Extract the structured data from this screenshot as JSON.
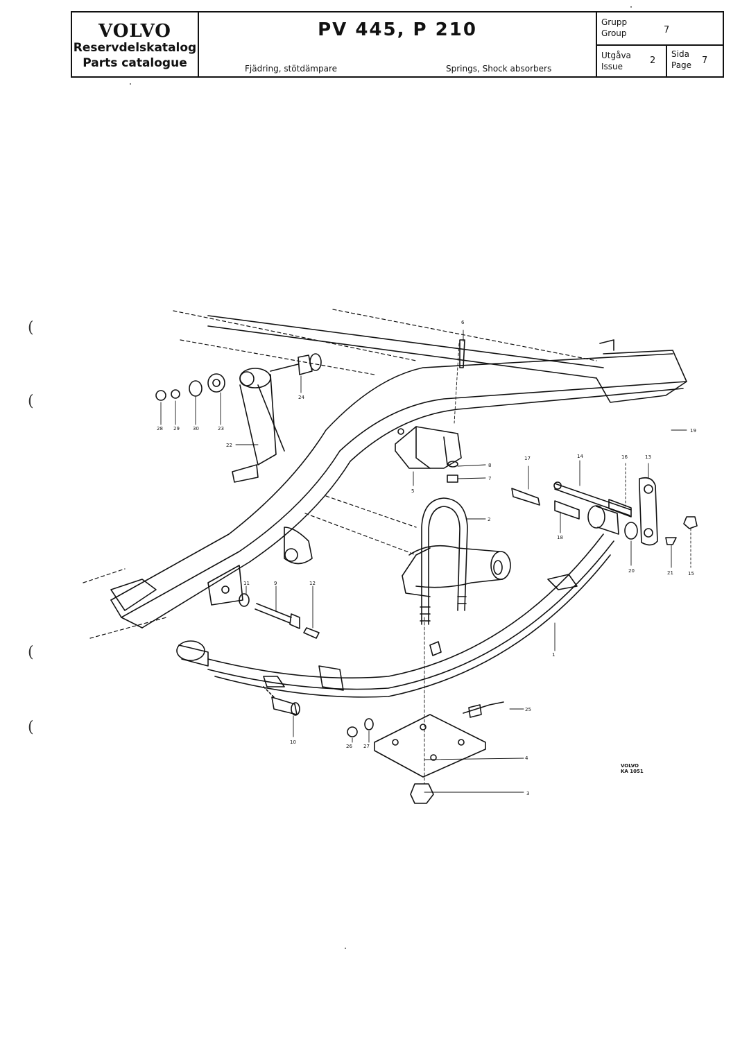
{
  "header": {
    "brand": "VOLVO",
    "catalog_sv": "Reservdelskatalog",
    "catalog_en": "Parts catalogue",
    "model": "PV 445, P 210",
    "subtitle_sv": "Fjädring, stötdämpare",
    "subtitle_en": "Springs, Shock absorbers",
    "group_label_sv": "Grupp",
    "group_label_en": "Group",
    "group_value": "7",
    "issue_label_sv": "Utgåva",
    "issue_label_en": "Issue",
    "issue_value": "2",
    "page_label_sv": "Sida",
    "page_label_en": "Page",
    "page_value": "7"
  },
  "binder_marks": [
    "(",
    "(",
    "(",
    "("
  ],
  "drawing": {
    "callouts": {
      "c1": "1",
      "c2": "2",
      "c3": "3",
      "c4": "4",
      "c5": "5",
      "c6": "6",
      "c7": "7",
      "c8": "8",
      "c9": "9",
      "c10": "10",
      "c11": "11",
      "c12": "12",
      "c13": "13",
      "c14": "14",
      "c15": "15",
      "c16": "16",
      "c17": "17",
      "c18": "18",
      "c19": "19",
      "c20": "20",
      "c21": "21",
      "c22": "22",
      "c23": "23",
      "c24": "24",
      "c25": "25",
      "c26": "26",
      "c27": "27",
      "c28": "28",
      "c29": "29",
      "c30": "30"
    },
    "code_line1": "VOLVO",
    "code_line2": "KA 1051"
  }
}
